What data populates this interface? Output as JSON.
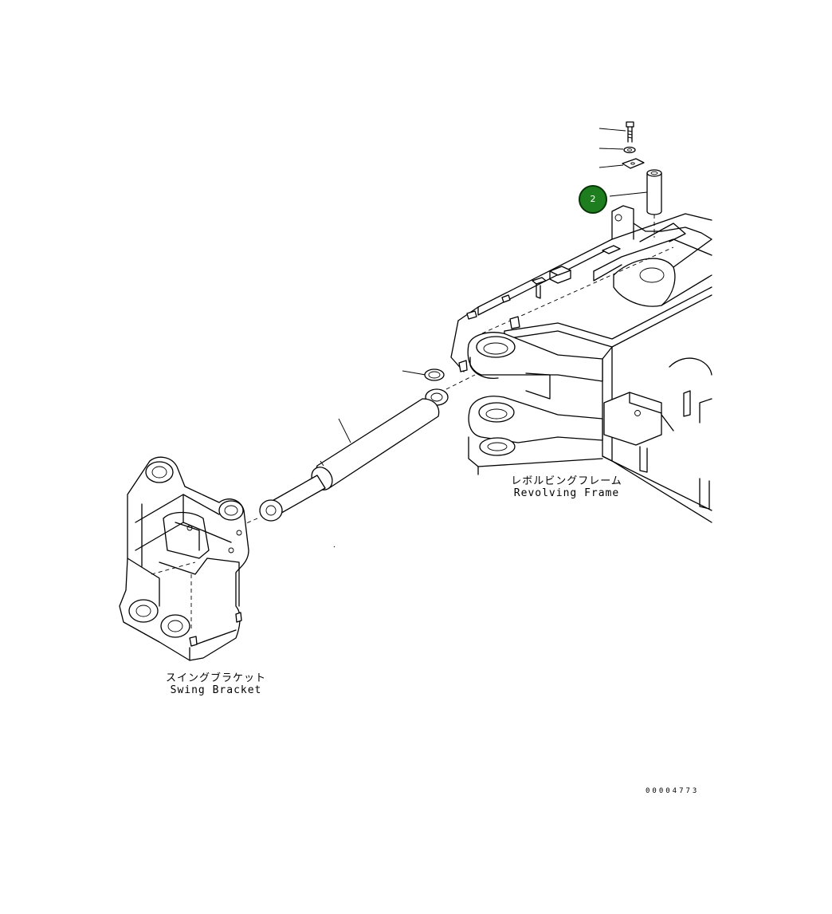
{
  "labels": {
    "revolving_frame": {
      "jp": "レボルビングフレーム",
      "en": "Revolving Frame"
    },
    "swing_bracket": {
      "jp": "スイングブラケット",
      "en": "Swing Bracket"
    }
  },
  "callouts": [
    {
      "number": "2"
    }
  ],
  "drawing_code": "00004773",
  "colors": {
    "callout_fill": "#1e7d1e",
    "callout_border": "#083508",
    "line": "#000000",
    "background": "#ffffff"
  }
}
